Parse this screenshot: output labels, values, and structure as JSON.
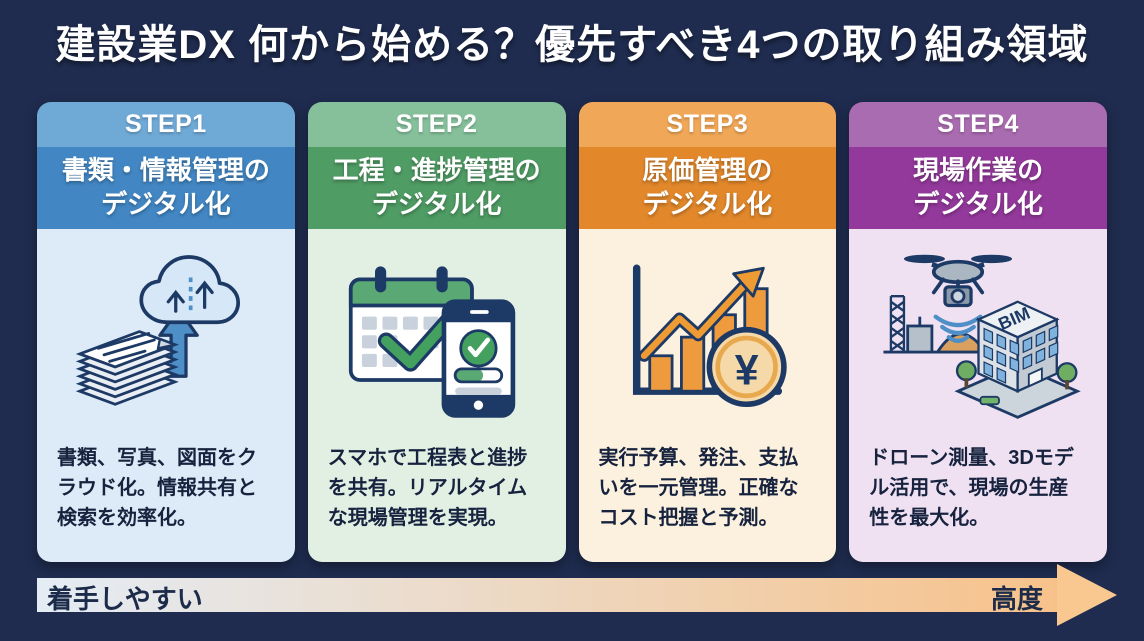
{
  "page": {
    "title": "建設業DX 何から始める？優先すべき4つの取り組み領域",
    "background_color": "#1f2c4f"
  },
  "steps": [
    {
      "label": "STEP1",
      "title_line1": "書類・情報管理の",
      "title_line2": "デジタル化",
      "description": "書類、写真、図面をクラウド化。情報共有と検索を効率化。",
      "icon": "documents-cloud-upload-icon",
      "colors": {
        "step_band": "#6fa9d6",
        "title_band": "#4287c4",
        "body_bg": "#dcebf7",
        "accent": "#4e8fc7"
      }
    },
    {
      "label": "STEP2",
      "title_line1": "工程・進捗管理の",
      "title_line2": "デジタル化",
      "description": "スマホで工程表と進捗を共有。リアルタイムな現場管理を実現。",
      "icon": "calendar-smartphone-check-icon",
      "colors": {
        "step_band": "#85c09b",
        "title_band": "#4f9c64",
        "body_bg": "#e2f0e4",
        "accent": "#44a05e"
      }
    },
    {
      "label": "STEP3",
      "title_line1": "原価管理の",
      "title_line2": "デジタル化",
      "description": "実行予算、発注、支払いを一元管理。正確なコスト把握と予測。",
      "icon": "bar-chart-yen-coin-icon",
      "colors": {
        "step_band": "#f0a757",
        "title_band": "#e2882b",
        "body_bg": "#fbf1de",
        "accent": "#ee9b3d"
      }
    },
    {
      "label": "STEP4",
      "title_line1": "現場作業の",
      "title_line2": "デジタル化",
      "description": "ドローン測量、3Dモデル活用で、現場の生産性を最大化。",
      "icon": "drone-bim-building-icon",
      "colors": {
        "step_band": "#aa6cb0",
        "title_band": "#93399b",
        "body_bg": "#efe1f2",
        "accent": "#7fb3dd"
      }
    }
  ],
  "maturity_axis": {
    "left_label": "着手しやすい",
    "right_label": "高度",
    "gradient_start": "#e4ecf5",
    "gradient_end": "#f7c28a",
    "arrow_color": "#f8c890",
    "bim_label": "BIM"
  }
}
